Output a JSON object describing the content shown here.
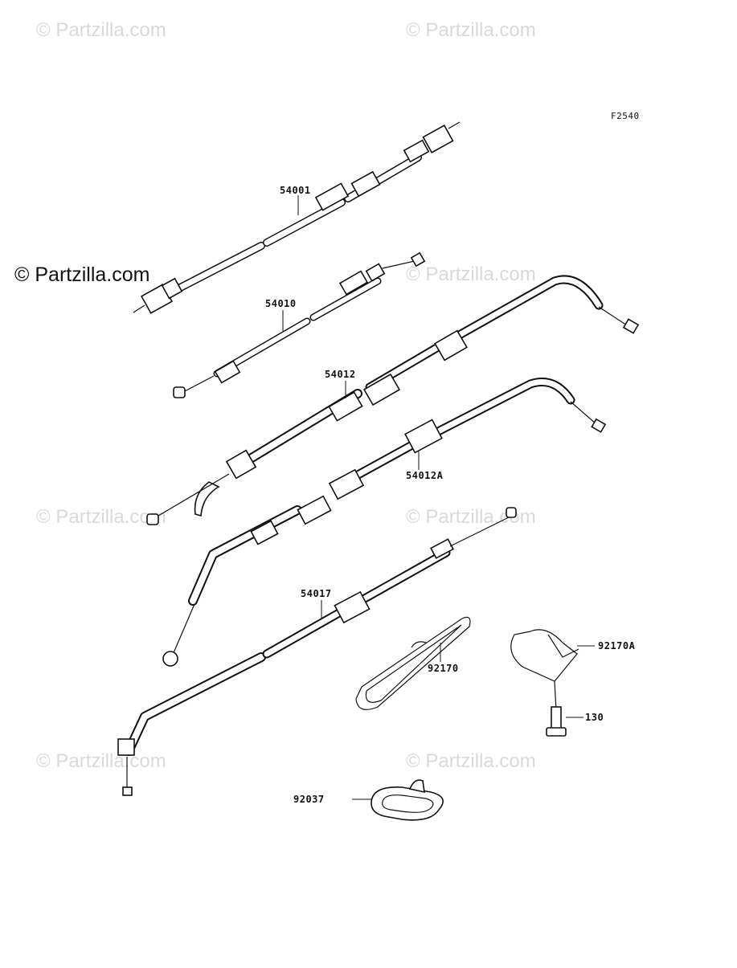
{
  "diagram": {
    "figure_code": "F2540",
    "watermarks": [
      "© Partzilla.com",
      "© Partzilla.com",
      "© Partzilla.com",
      "© Partzilla.com",
      "© Partzilla.com",
      "© Partzilla.com",
      "© Partzilla.com"
    ],
    "main_watermark": "© Partzilla.com",
    "parts": [
      {
        "id": "54001"
      },
      {
        "id": "54010"
      },
      {
        "id": "54012"
      },
      {
        "id": "54012A"
      },
      {
        "id": "54017"
      },
      {
        "id": "92170"
      },
      {
        "id": "92170A"
      },
      {
        "id": "130"
      },
      {
        "id": "92037"
      }
    ]
  }
}
